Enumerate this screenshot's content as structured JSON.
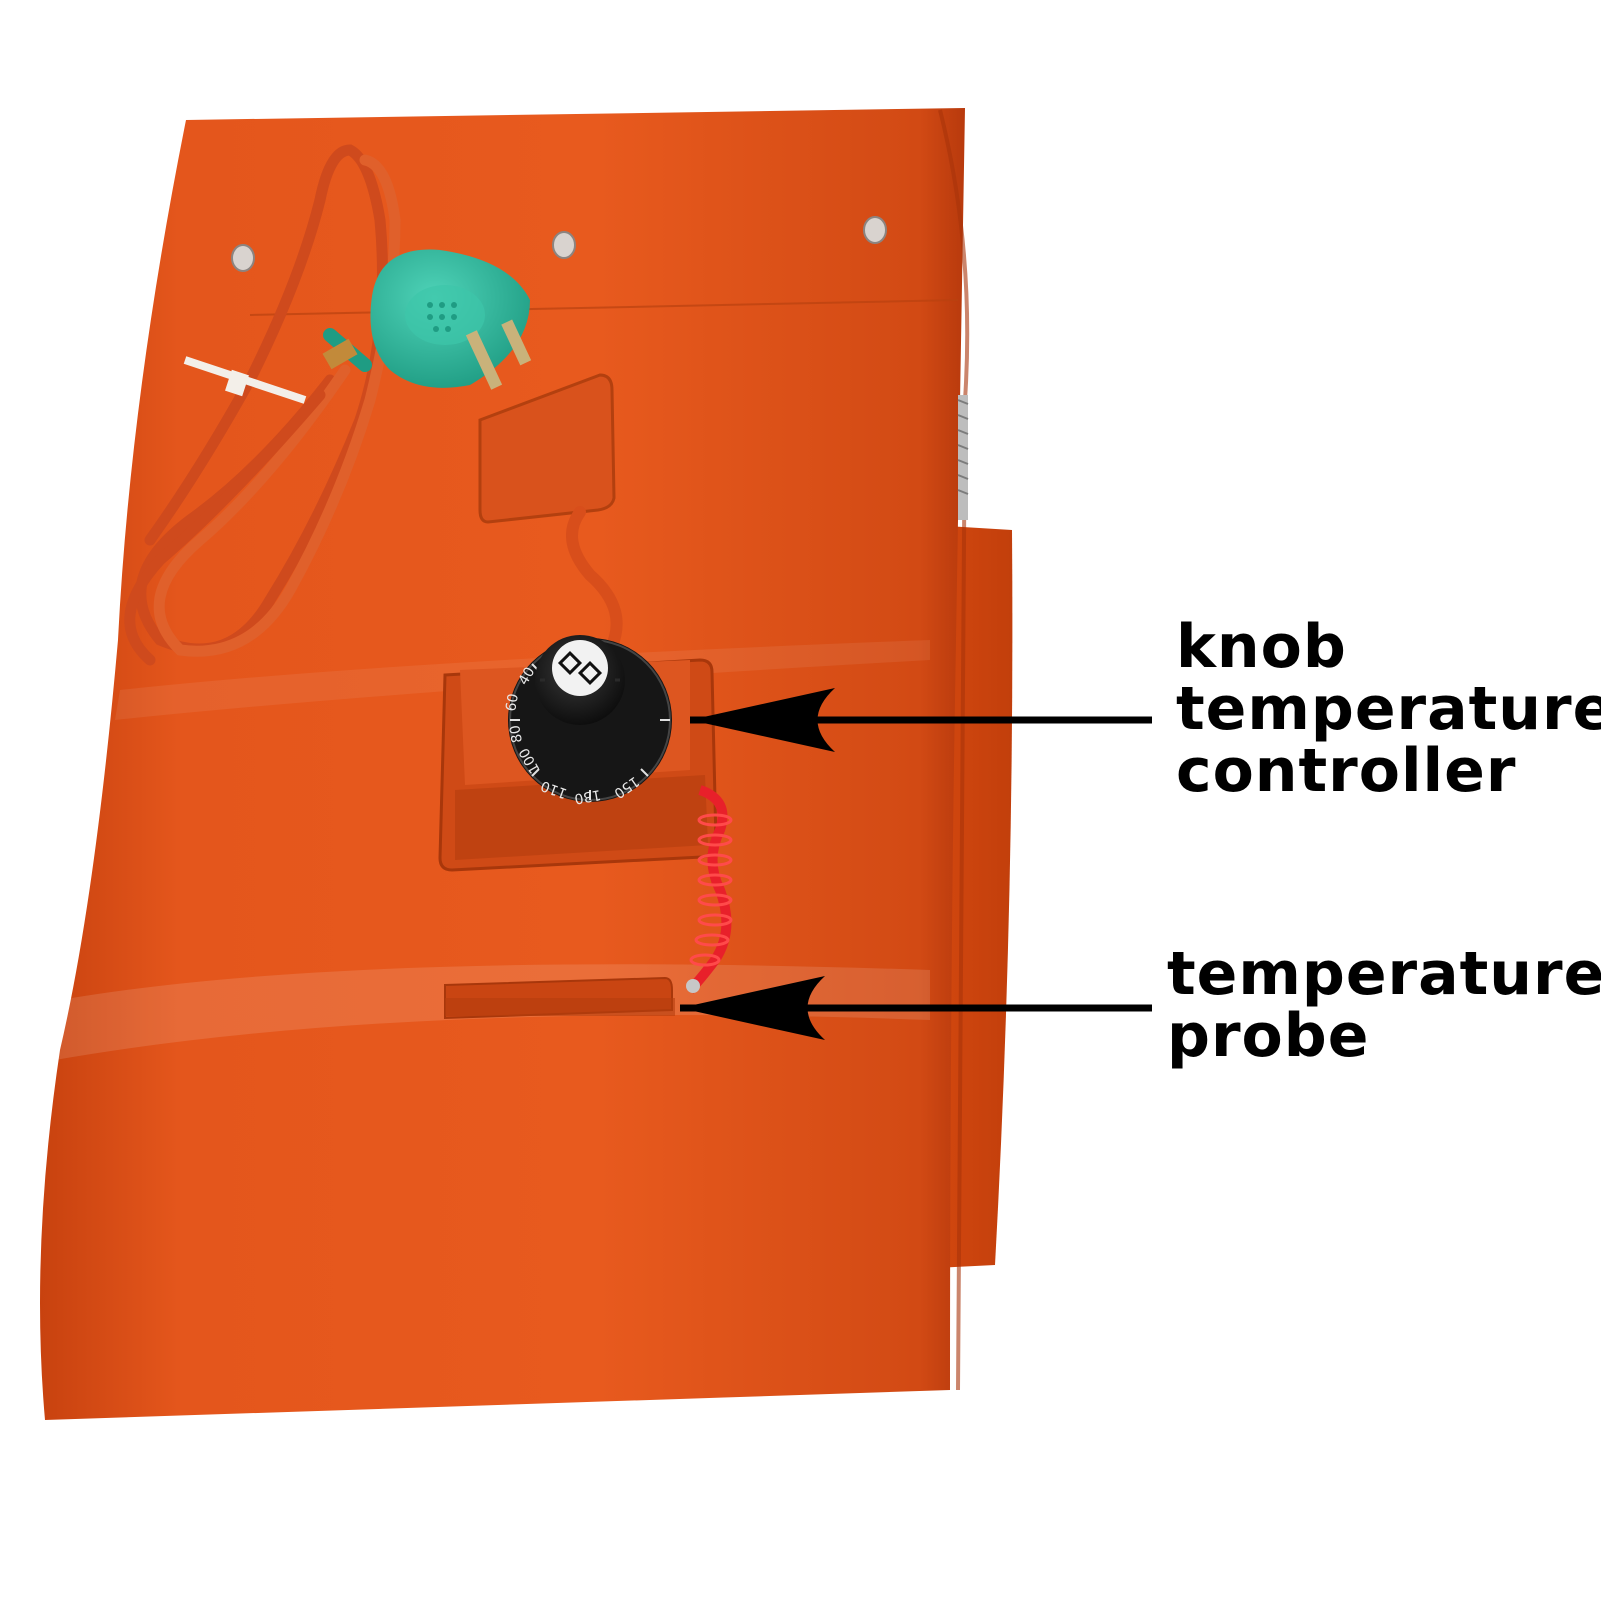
{
  "image": {
    "subject": "orange silicone heating blanket with plug, knob temperature controller and temperature probe",
    "colors": {
      "background": "#ffffff",
      "blanket": "#e3521a",
      "blanket_shadow": "#b8390e",
      "plug": "#2bb59a",
      "probe_wire": "#e8202a",
      "dial": "#1a1a1a"
    }
  },
  "callouts": {
    "knob_controller": {
      "line1": "knob",
      "line2": "temperature",
      "line3": "controller"
    },
    "probe": {
      "line1": "temperature",
      "line2": "probe"
    }
  },
  "dial": {
    "markings": [
      "40",
      "60",
      "80",
      "100",
      "110",
      "130",
      "150"
    ]
  }
}
